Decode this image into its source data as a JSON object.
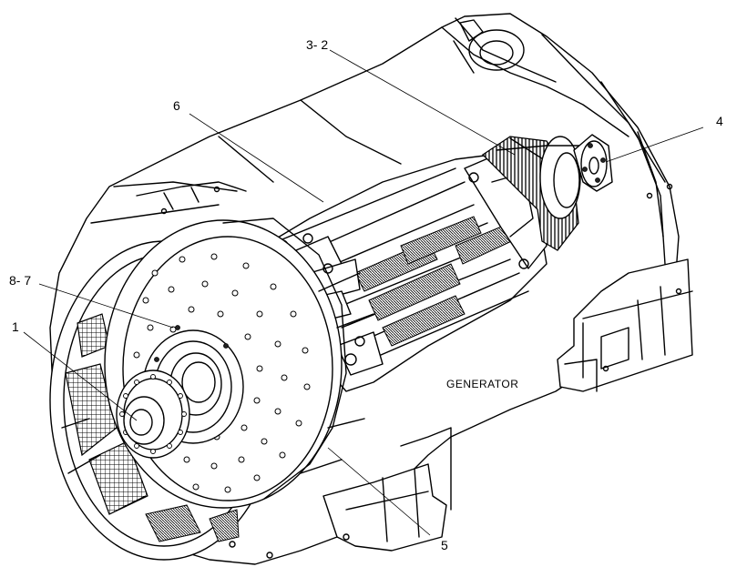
{
  "callouts": {
    "c32": "3- 2",
    "c6": "6",
    "c4": "4",
    "c87": "8- 7",
    "c1": "1",
    "c5": "5"
  },
  "housing_label": "GENERATOR"
}
